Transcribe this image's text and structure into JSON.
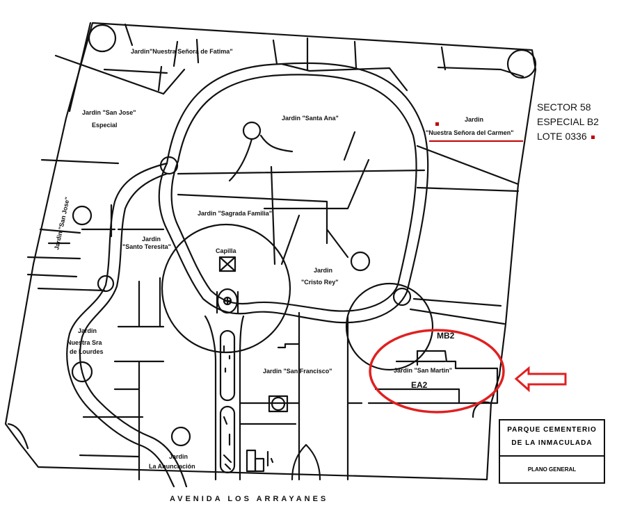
{
  "map": {
    "gardens": {
      "fatima": "Jardin\"Nuestra Señora de Fatima\"",
      "san_jose_esp_1": "Jardin \"San Jose\"",
      "san_jose_esp_2": "Especial",
      "san_jose_side": "Jardin \"San Jose\"",
      "santa_ana": "Jardin \"Santa Ana\"",
      "carmen_1": "Jardin",
      "carmen_2": "\"Nuestra Señora del Carmen\"",
      "sagrada": "Jardin \"Sagrada Familia\"",
      "teresita_1": "Jardin",
      "teresita_2": "\"Santo Teresita\"",
      "capilla": "Capilla",
      "cristo_1": "Jardin",
      "cristo_2": "\"Cristo Rey\"",
      "lourdes_1": "Jardin",
      "lourdes_2": "Nuestra Sra",
      "lourdes_3": "de Lourdes",
      "francisco": "Jardin \"San Francisco\"",
      "martin": "Jardin \"San Martin\"",
      "anunciacion_1": "Jardin",
      "anunciacion_2": "La Anunciación"
    },
    "mb2": "MB2",
    "ea2": "EA2",
    "avenue": "AVENIDA LOS ARRAYANES"
  },
  "sector_info": {
    "line1": "SECTOR 58",
    "line2": "ESPECIAL B2",
    "line3": "LOTE 0336"
  },
  "legend": {
    "title1": "PARQUE CEMENTERIO",
    "title2": "DE LA INMACULADA",
    "subtitle": "PLANO GENERAL"
  },
  "colors": {
    "highlight": "#e02020",
    "lines": "#111111",
    "lot_marker": "#c00000"
  }
}
